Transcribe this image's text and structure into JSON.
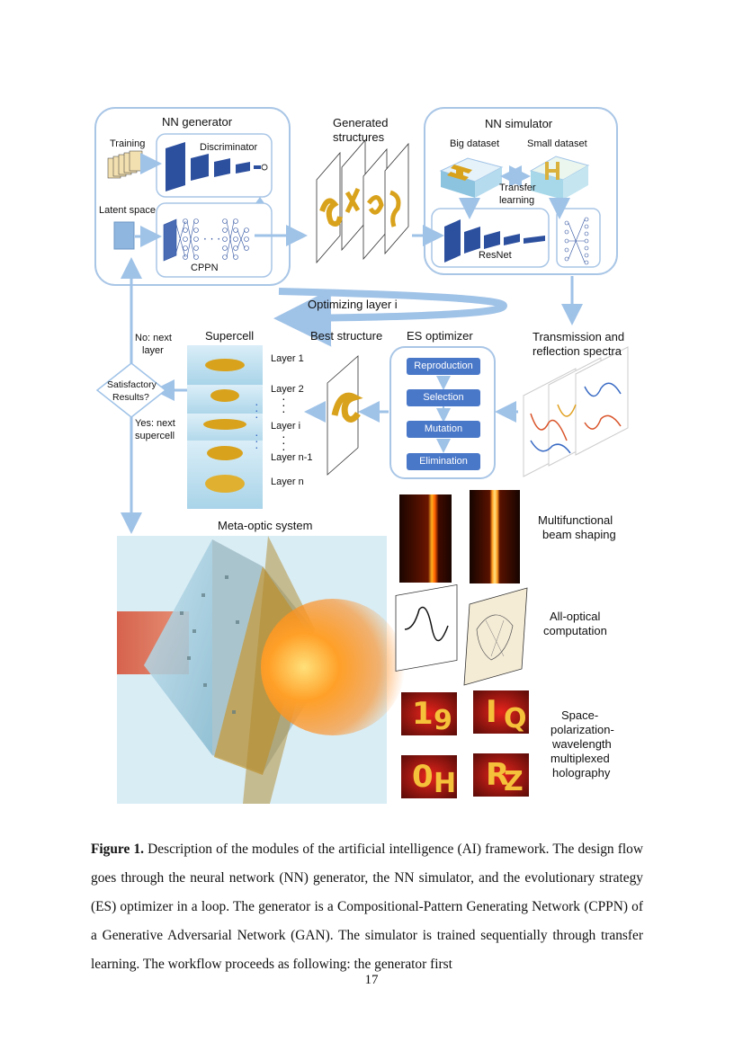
{
  "figure": {
    "nn_generator": {
      "title": "NN generator",
      "training": "Training",
      "discriminator": "Discriminator",
      "latent_space": "Latent space",
      "cppn": "CPPN"
    },
    "generated_structures": [
      "Generated",
      "structures"
    ],
    "nn_simulator": {
      "title": "NN simulator",
      "big_dataset": "Big dataset",
      "small_dataset": "Small dataset",
      "transfer_learning": [
        "Transfer",
        "learning"
      ],
      "resnet": "ResNet"
    },
    "optimizing_layer": "Optimizing layer i",
    "supercell": {
      "title": "Supercell",
      "layers": [
        "Layer 1",
        "Layer 2",
        "Layer i",
        "Layer n-1",
        "Layer n"
      ]
    },
    "no_next_layer": [
      "No: next",
      "layer"
    ],
    "satisfactory": [
      "Satisfactory",
      "Results?"
    ],
    "yes_next_supercell": [
      "Yes: next",
      "supercell"
    ],
    "best_structure": "Best structure",
    "es_optimizer": {
      "title": "ES optimizer",
      "steps": [
        "Reproduction",
        "Selection",
        "Mutation",
        "Elimination"
      ]
    },
    "spectra": [
      "Transmission and",
      "reflection spectra"
    ],
    "meta_optic_system": "Meta-optic system",
    "applications": {
      "beam_shaping": [
        "Multifunctional",
        "beam shaping"
      ],
      "computation": [
        "All-optical",
        "computation"
      ],
      "holography": [
        "Space-",
        "polarization-",
        "wavelength",
        "multiplexed",
        "holography"
      ],
      "holo_chars": [
        "1",
        "9",
        "I",
        "Q",
        "0",
        "H",
        "R",
        "Z"
      ]
    }
  },
  "caption": {
    "label": "Figure 1.",
    "text": " Description of the modules of the artificial intelligence (AI) framework. The design flow goes through the neural network (NN) generator, the NN simulator, and the evolutionary strategy (ES) optimizer in a loop. The generator is a Compositional-Pattern Generating Network (CPPN) of a Generative Adversarial Network (GAN). The simulator is trained sequentially through transfer learning. The workflow proceeds as following: the generator first"
  },
  "page_number": "17",
  "colors": {
    "panel_border": "#a9c6e6",
    "arrow": "#9fc2e7",
    "network_blue": "#2c4f9e",
    "es_button": "#4a78c8",
    "gold": "#d9a21c"
  }
}
